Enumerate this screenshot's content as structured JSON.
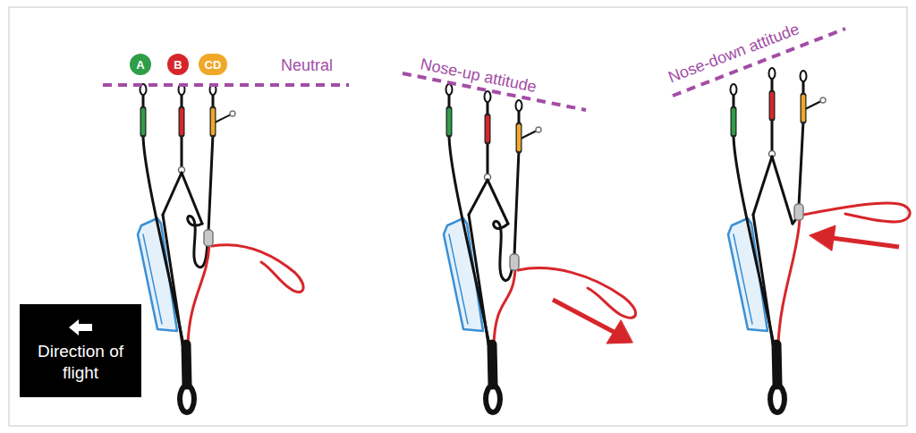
{
  "diagram": {
    "nodes": [
      {
        "text": [
          "A"
        ]
      },
      {
        "text": [
          "B"
        ]
      },
      {
        "text": [
          "CD"
        ]
      },
      {
        "text": [
          "Direction of flight"
        ]
      }
    ],
    "labels": [
      "Neutral",
      "Nose-up attitude",
      "Nose-down attitude"
    ]
  }
}
